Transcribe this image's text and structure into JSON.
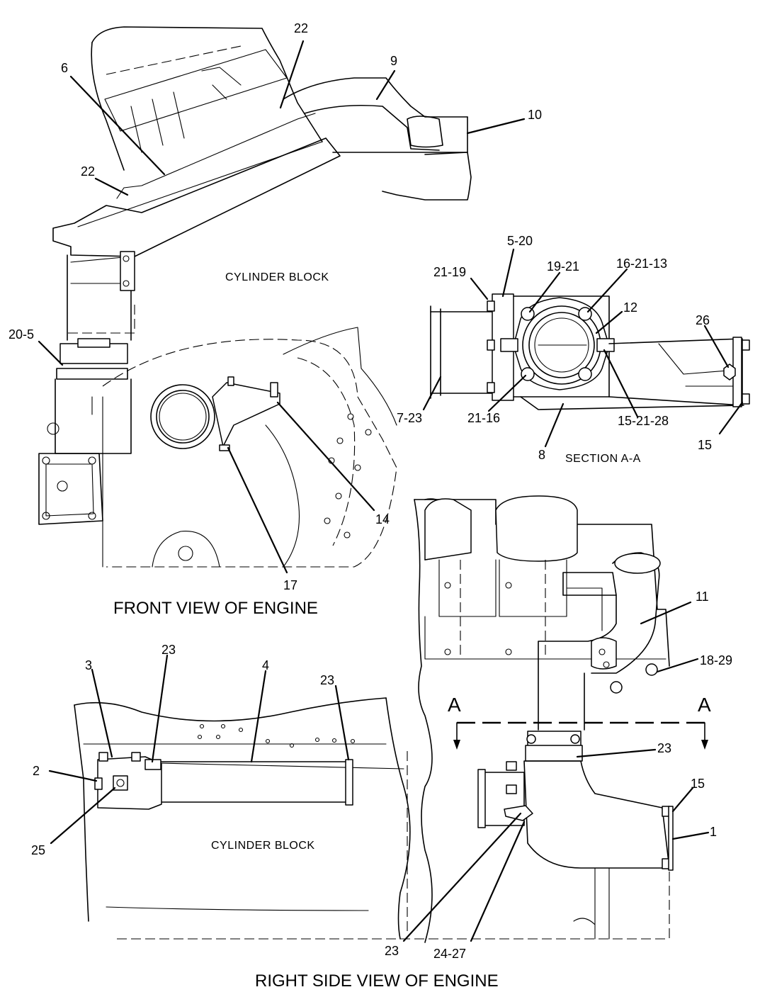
{
  "views": {
    "front": {
      "title": "FRONT VIEW OF ENGINE",
      "block_label": "CYLINDER BLOCK",
      "callouts": [
        "22",
        "9",
        "6",
        "10",
        "22",
        "20-5",
        "14",
        "17"
      ]
    },
    "section": {
      "title": "SECTION  A-A",
      "callouts": [
        "5-20",
        "21-19",
        "19-21",
        "16-21-13",
        "12",
        "26",
        "7-23",
        "21-16",
        "15-21-28",
        "15",
        "8"
      ]
    },
    "right_side": {
      "title": "RIGHT SIDE VIEW OF ENGINE",
      "block_label": "CYLINDER BLOCK",
      "callouts": [
        "23",
        "3",
        "4",
        "23",
        "2",
        "25",
        "23",
        "24-27"
      ]
    },
    "detail": {
      "callouts": [
        "11",
        "18-29",
        "23",
        "15",
        "1"
      ],
      "section_marks": [
        "A",
        "A"
      ]
    }
  }
}
